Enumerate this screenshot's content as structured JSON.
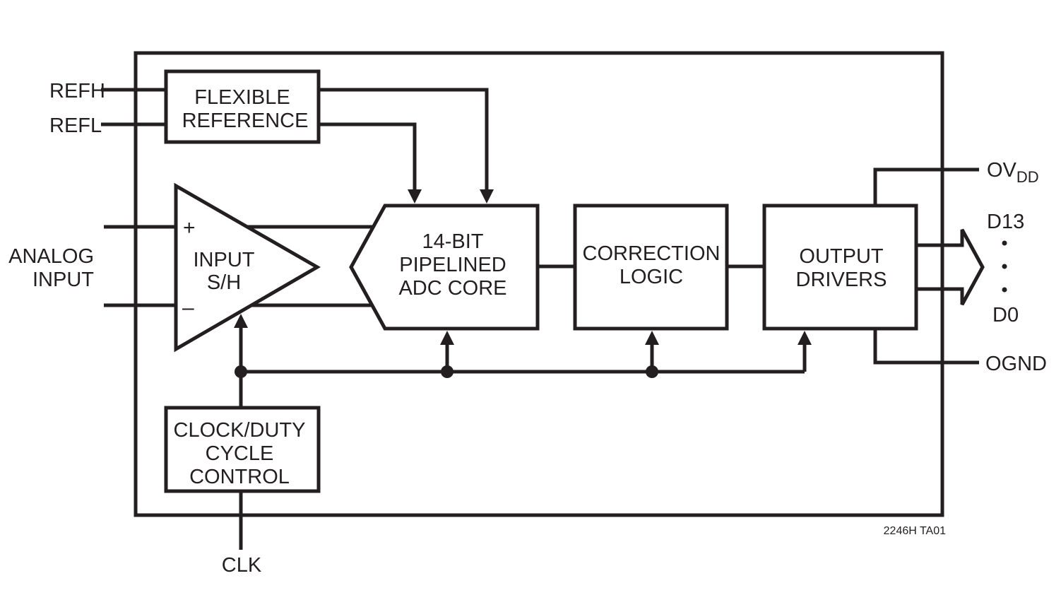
{
  "pins": {
    "refh": "REFH",
    "refl": "REFL",
    "analog_input_line1": "ANALOG",
    "analog_input_line2": "INPUT",
    "ovdd_main": "OV",
    "ovdd_sub": "DD",
    "d13": "D13",
    "d0": "D0",
    "ognd": "OGND",
    "clk": "CLK"
  },
  "blocks": {
    "flexible_reference": [
      "FLEXIBLE",
      "REFERENCE"
    ],
    "input_sh": [
      "INPUT",
      "S/H"
    ],
    "adc_core": [
      "14-BIT",
      "PIPELINED",
      "ADC CORE"
    ],
    "correction_logic": [
      "CORRECTION",
      "LOGIC"
    ],
    "output_drivers": [
      "OUTPUT",
      "DRIVERS"
    ],
    "clock_control": [
      "CLOCK/DUTY",
      "CYCLE",
      "CONTROL"
    ]
  },
  "symbols": {
    "plus": "+",
    "minus": "–"
  },
  "figure_id": "2246H TA01",
  "colors": {
    "stroke": "#231f20",
    "background": "#ffffff"
  }
}
